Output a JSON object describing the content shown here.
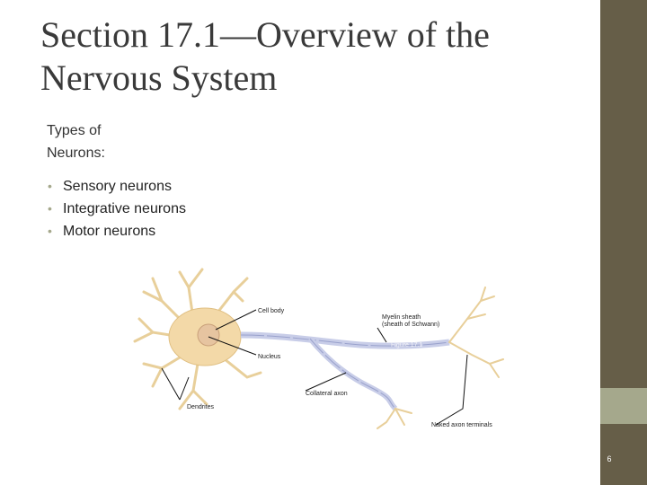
{
  "slide": {
    "title": "Section 17.1—Overview of the Nervous System",
    "intro": "Types of Neurons:",
    "bullets": [
      "Sensory neurons",
      "Integrative neurons",
      "Motor neurons"
    ],
    "page_number": "6"
  },
  "figure": {
    "labels": {
      "cell_body": "Cell body",
      "myelin_line1": "Myelin sheath",
      "myelin_line2": "(sheath of Schwann)",
      "nucleus": "Nucleus",
      "figure_ref": "Figure 17.1",
      "collateral_axon": "Collateral axon",
      "dendrites": "Dendrites",
      "axon_terminals": "Naked axon terminals"
    }
  },
  "colors": {
    "sidebar": "#665e48",
    "sidebar_band": "#a5a88c",
    "cell_body": "#f3d9a8",
    "axon": "#c8cde8"
  }
}
